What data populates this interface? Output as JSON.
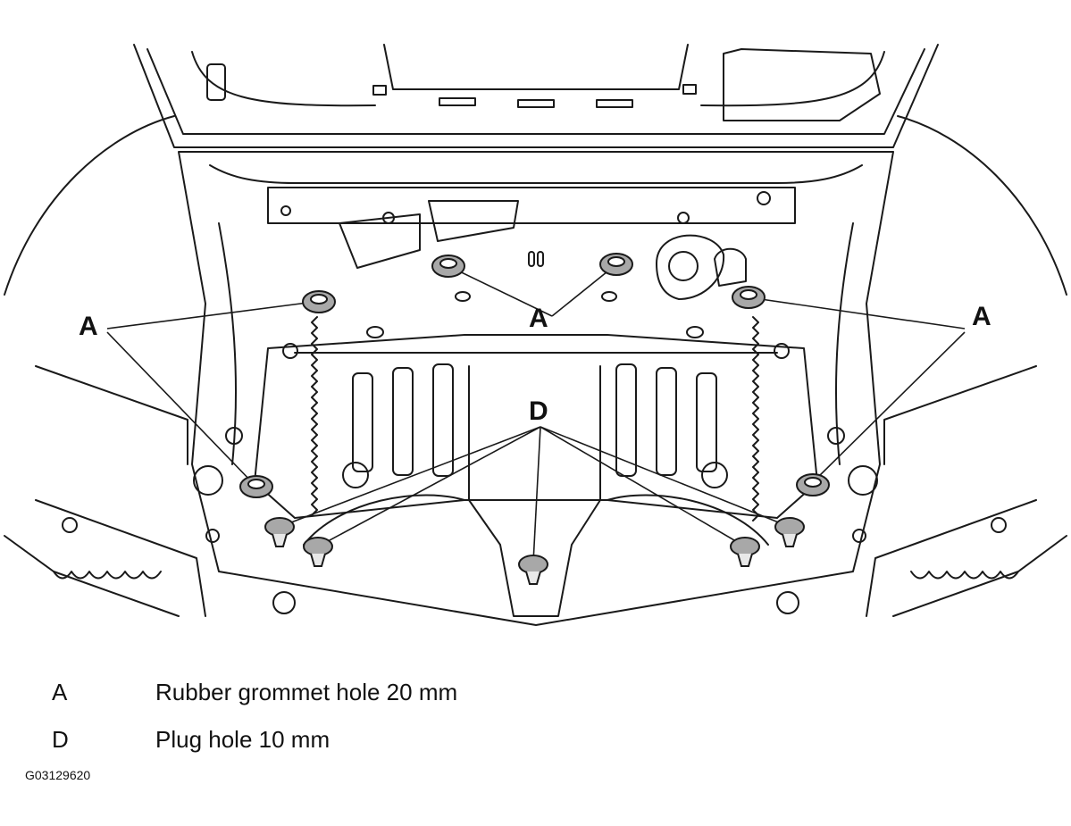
{
  "callouts": {
    "a": "A",
    "d": "D"
  },
  "legend": [
    {
      "letter": "A",
      "text": "Rubber grommet hole 20 mm"
    },
    {
      "letter": "D",
      "text": "Plug hole 10 mm"
    }
  ],
  "figure_id": "G03129620"
}
